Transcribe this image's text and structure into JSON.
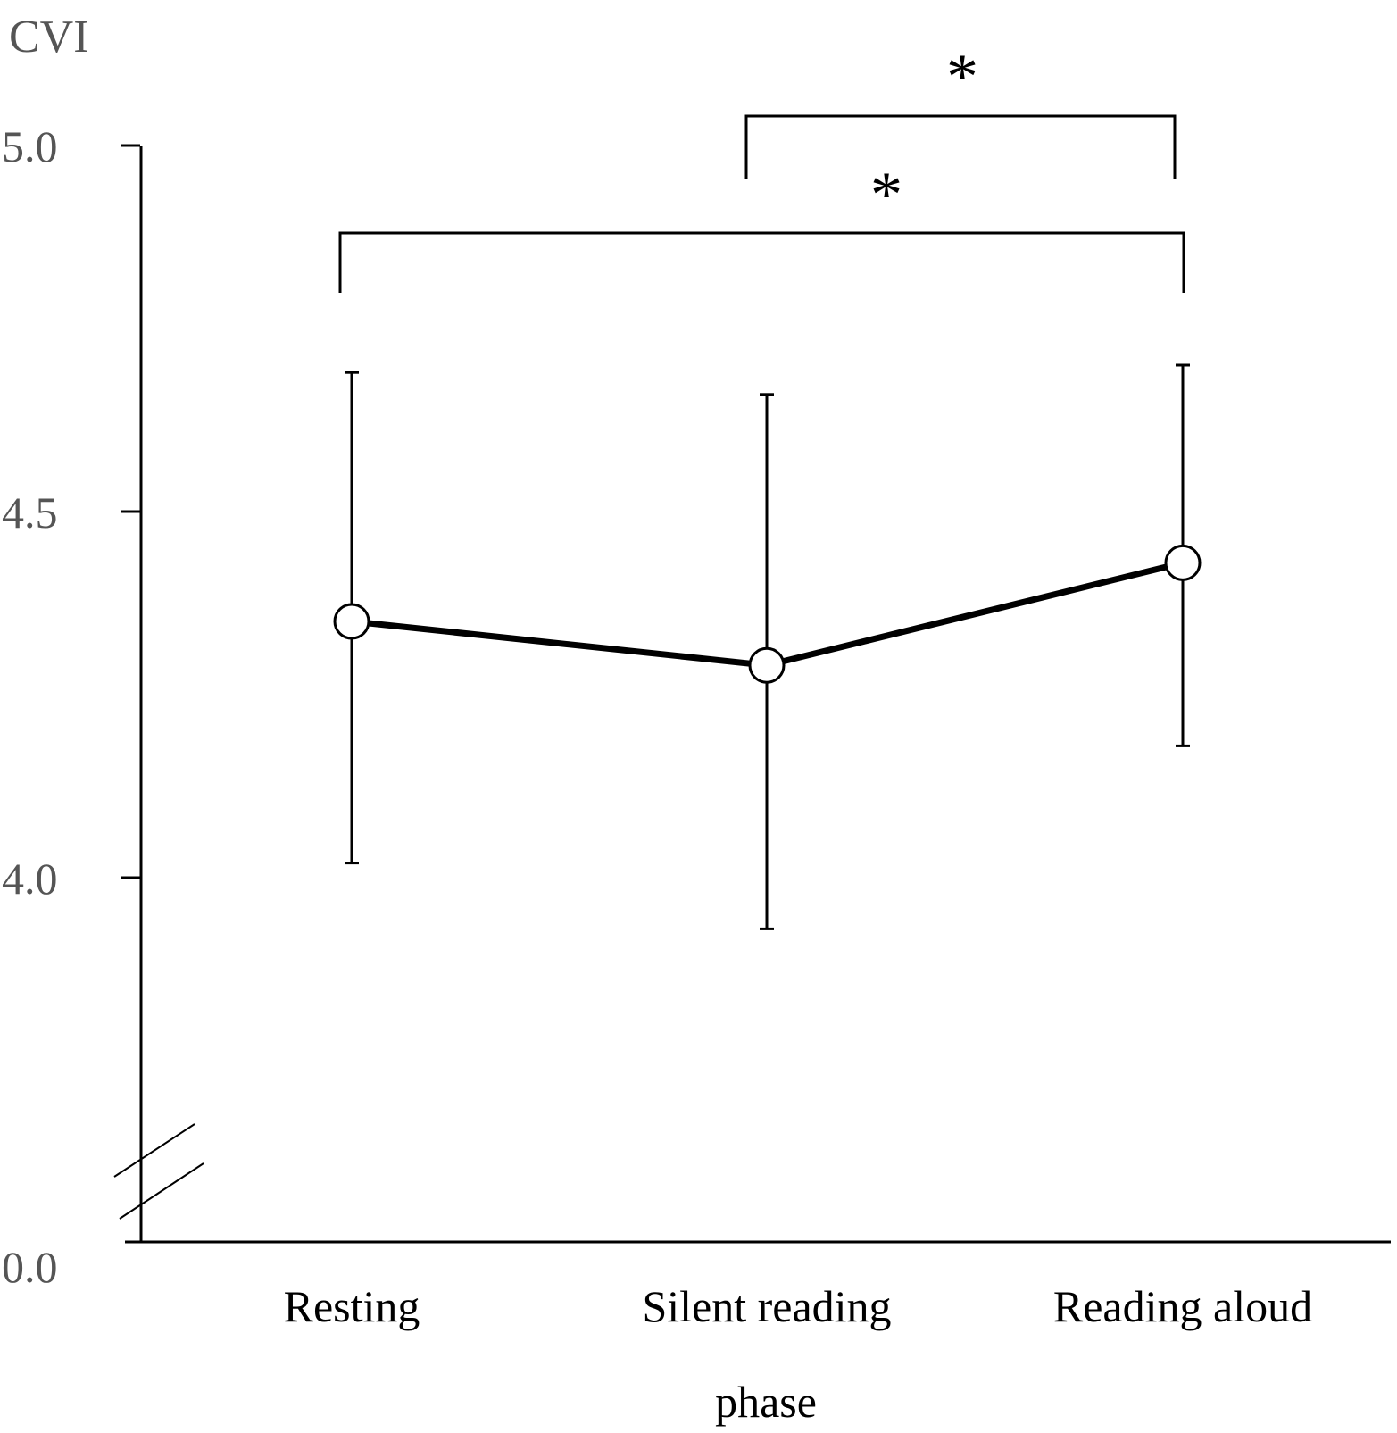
{
  "chart_data": {
    "type": "line",
    "ylabel": "CVI",
    "xlabel": "phase",
    "categories": [
      "Resting",
      "Silent reading",
      "Reading aloud"
    ],
    "values": [
      4.35,
      4.29,
      4.43
    ],
    "error_high": [
      4.69,
      4.66,
      4.7
    ],
    "error_low": [
      4.02,
      3.93,
      4.18
    ],
    "ylim_break": [
      0.0,
      3.75
    ],
    "yticks": [
      {
        "value": 5.0,
        "label": "5.0"
      },
      {
        "value": 4.5,
        "label": "4.5"
      },
      {
        "value": 4.0,
        "label": "4.0"
      },
      {
        "value": 0.0,
        "label": "0.0"
      }
    ],
    "axis_break": true,
    "grid": false,
    "marker": "open-circle",
    "significance": [
      {
        "from": 1,
        "to": 2,
        "label": "*"
      },
      {
        "from": 0,
        "to": 2,
        "label": "*"
      }
    ]
  }
}
